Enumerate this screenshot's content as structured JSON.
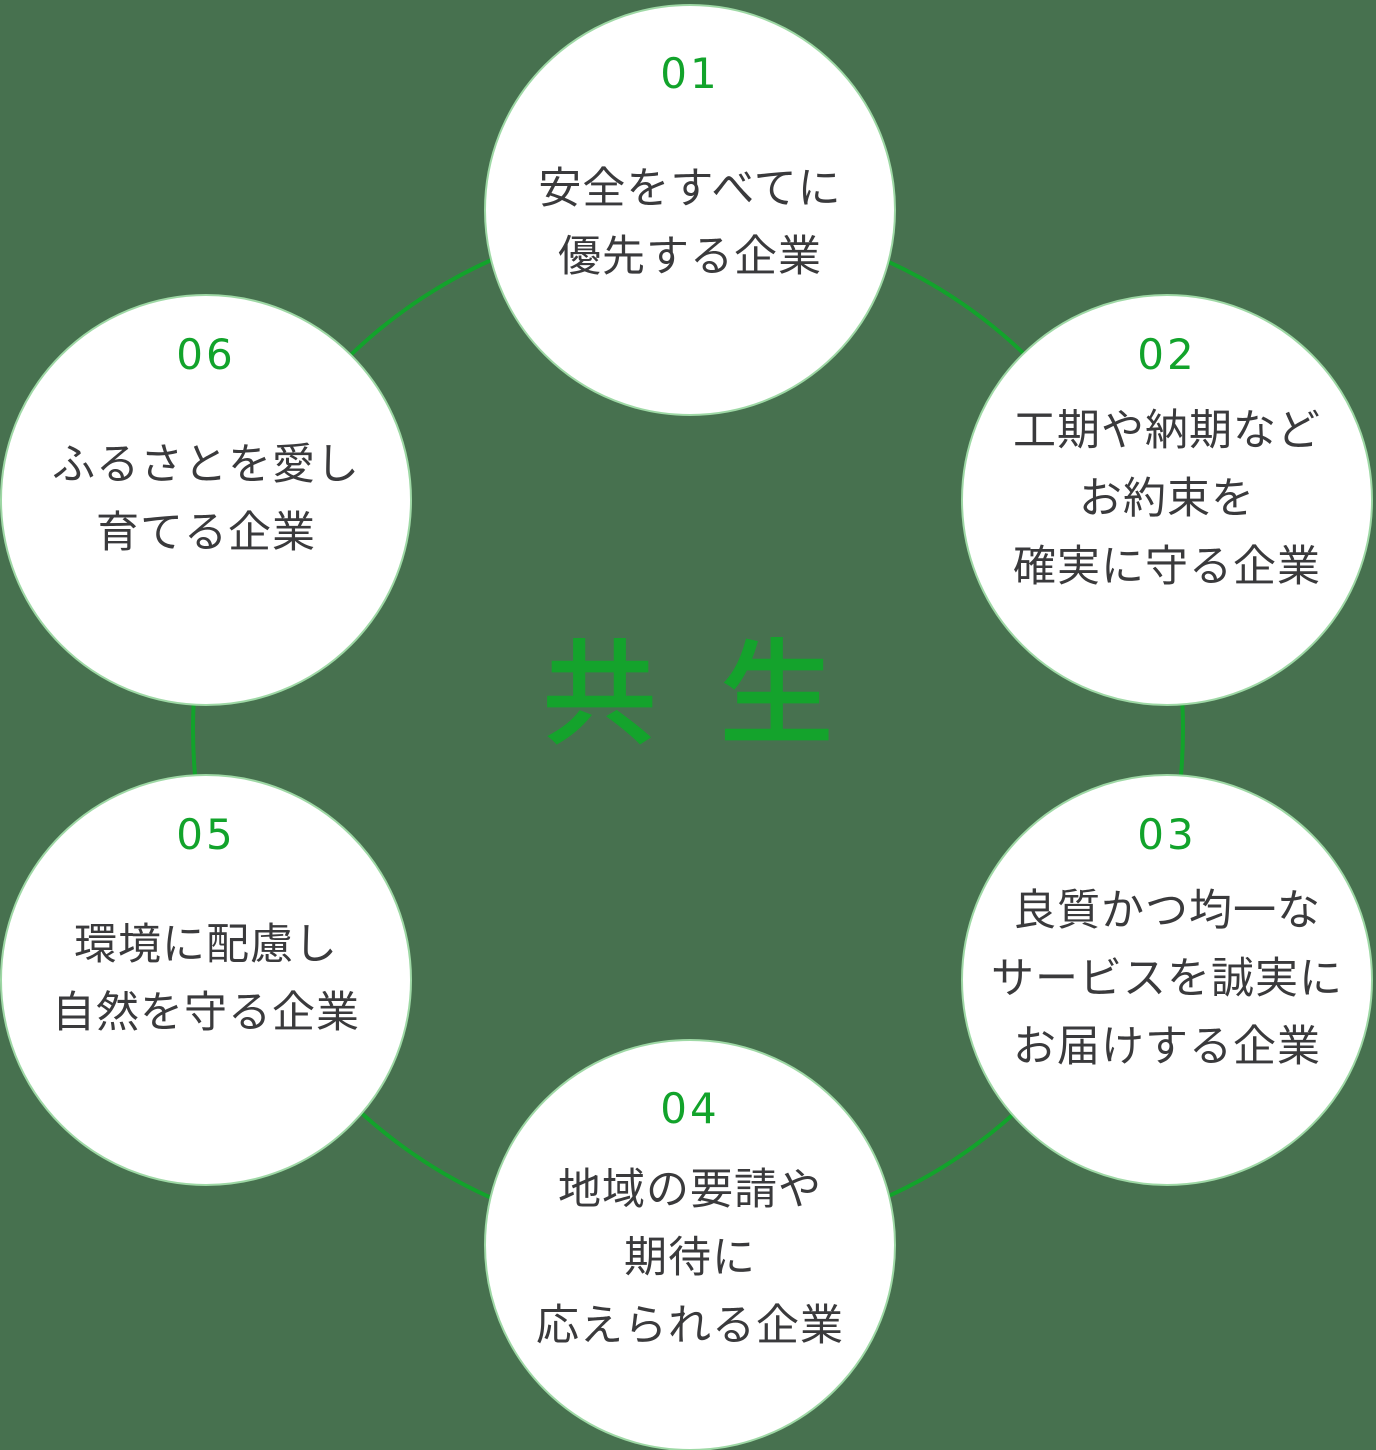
{
  "colors": {
    "background": "#47714F",
    "accent_green": "#12A32B",
    "text_dark": "#3A3A3C",
    "circle_fill": "#FFFFFF",
    "circle_edge": "#9ED8A5"
  },
  "center": {
    "label": "共生"
  },
  "circles": [
    {
      "number": "01",
      "lines": [
        "安全をすべてに",
        "優先する企業"
      ]
    },
    {
      "number": "02",
      "lines": [
        "工期や納期など",
        "お約束を",
        "確実に守る企業"
      ]
    },
    {
      "number": "03",
      "lines": [
        "良質かつ均一な",
        "サービスを誠実に",
        "お届けする企業"
      ]
    },
    {
      "number": "04",
      "lines": [
        "地域の要請や",
        "期待に",
        "応えられる企業"
      ]
    },
    {
      "number": "05",
      "lines": [
        "環境に配慮し",
        "自然を守る企業"
      ]
    },
    {
      "number": "06",
      "lines": [
        "ふるさとを愛し",
        "育てる企業"
      ]
    }
  ]
}
